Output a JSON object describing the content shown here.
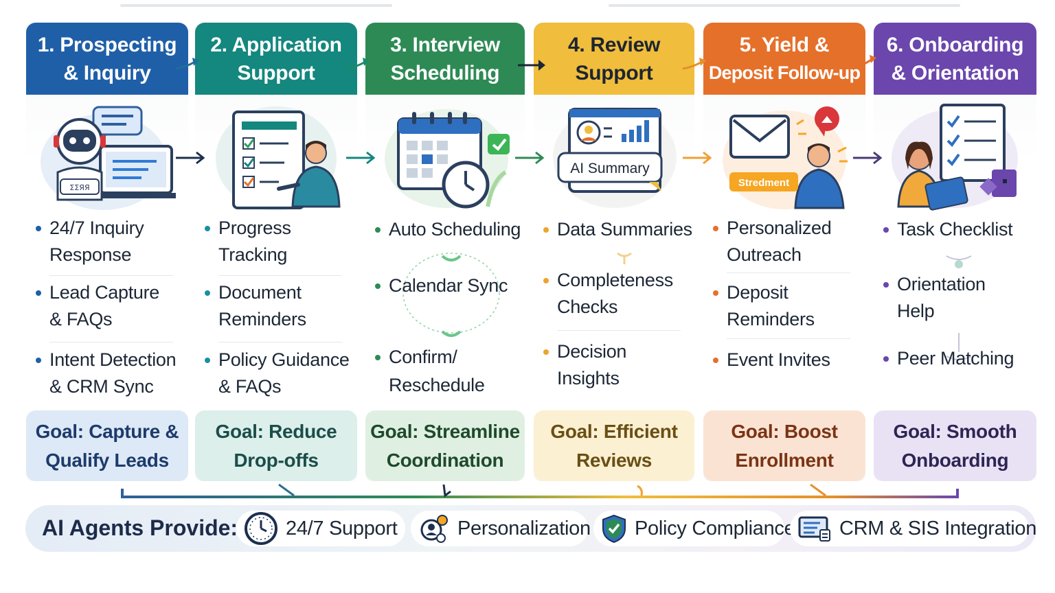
{
  "stages": [
    {
      "header": [
        "1. Prospecting",
        "& Inquiry"
      ],
      "color": "#1f5fa8",
      "bullet_color": "#1f5fa8",
      "bullets": [
        [
          "24/7 Inquiry",
          "Response"
        ],
        [
          "Lead Capture",
          "& FAQs"
        ],
        [
          "Intent Detection",
          "& CRM Sync"
        ]
      ],
      "goal": [
        "Goal: Capture &",
        "Qualify Leads"
      ],
      "goal_bg": "#dde9f6",
      "goal_color": "#1d3b6b",
      "illustration_text": "ΣΣЯЯ"
    },
    {
      "header": [
        "2. Application",
        "Support"
      ],
      "color": "#14877e",
      "bullet_color": "#1a8fa0",
      "bullets": [
        [
          "Progress",
          "Tracking"
        ],
        [
          "Document",
          "Reminders"
        ],
        [
          "Policy Guidance",
          "& FAQs"
        ]
      ],
      "goal": [
        "Goal: Reduce",
        "Drop-offs"
      ],
      "goal_bg": "#dcefea",
      "goal_color": "#1b4d4a"
    },
    {
      "header": [
        "3. Interview",
        "Scheduling"
      ],
      "color": "#2e8a55",
      "bullet_color": "#2e8a55",
      "bullets": [
        [
          "Auto Scheduling"
        ],
        [
          "Calendar Sync"
        ],
        [
          "Confirm/",
          "Reschedule"
        ]
      ],
      "goal": [
        "Goal: Streamline",
        "Coordination"
      ],
      "goal_bg": "#dff0e2",
      "goal_color": "#1f4a2c"
    },
    {
      "header": [
        "4. Review",
        "Support"
      ],
      "color": "#f0bd3c",
      "bullet_color": "#eba52e",
      "bullets": [
        [
          "Data Summaries"
        ],
        [
          "Completeness",
          "Checks"
        ],
        [
          "Decision",
          "Insights"
        ]
      ],
      "goal": [
        "Goal: Efficient",
        "Reviews"
      ],
      "goal_bg": "#fbf0d2",
      "goal_color": "#6a4e14",
      "illustration_text": "AI Summary"
    },
    {
      "header": [
        "5. Yield &",
        "Deposit Follow-up"
      ],
      "color": "#e5702a",
      "bullet_color": "#e5702a",
      "bullets": [
        [
          "Personalized",
          "Outreach"
        ],
        [
          "Deposit",
          "Reminders"
        ],
        [
          "Event Invites"
        ]
      ],
      "goal": [
        "Goal: Boost",
        "Enrollment"
      ],
      "goal_bg": "#fbe3d4",
      "goal_color": "#7a3414",
      "illustration_text": "Stredment"
    },
    {
      "header": [
        "6. Onboarding",
        "& Orientation"
      ],
      "color": "#6a46ad",
      "bullet_color": "#6a46ad",
      "bullets": [
        [
          "Task Checklist"
        ],
        [
          "Orientation",
          "Help"
        ],
        [
          "Peer Matching"
        ]
      ],
      "goal": [
        "Goal: Smooth",
        "Onboarding"
      ],
      "goal_bg": "#e8e2f4",
      "goal_color": "#2e2554"
    }
  ],
  "bottom": {
    "title": "AI Agents Provide:",
    "items": [
      {
        "label": "24/7 Support",
        "icon": "clock-icon"
      },
      {
        "label": "Personalization",
        "icon": "personalization-icon"
      },
      {
        "label": "Policy Compliance",
        "icon": "shield-check-icon"
      },
      {
        "label": "CRM & SIS Integration",
        "icon": "database-screen-icon"
      }
    ]
  },
  "colors": {
    "blue": "#1f5fa8",
    "teal": "#14877e",
    "green": "#2e8a55",
    "yellow": "#f0bd3c",
    "orange": "#e5702a",
    "purple": "#6a46ad"
  }
}
